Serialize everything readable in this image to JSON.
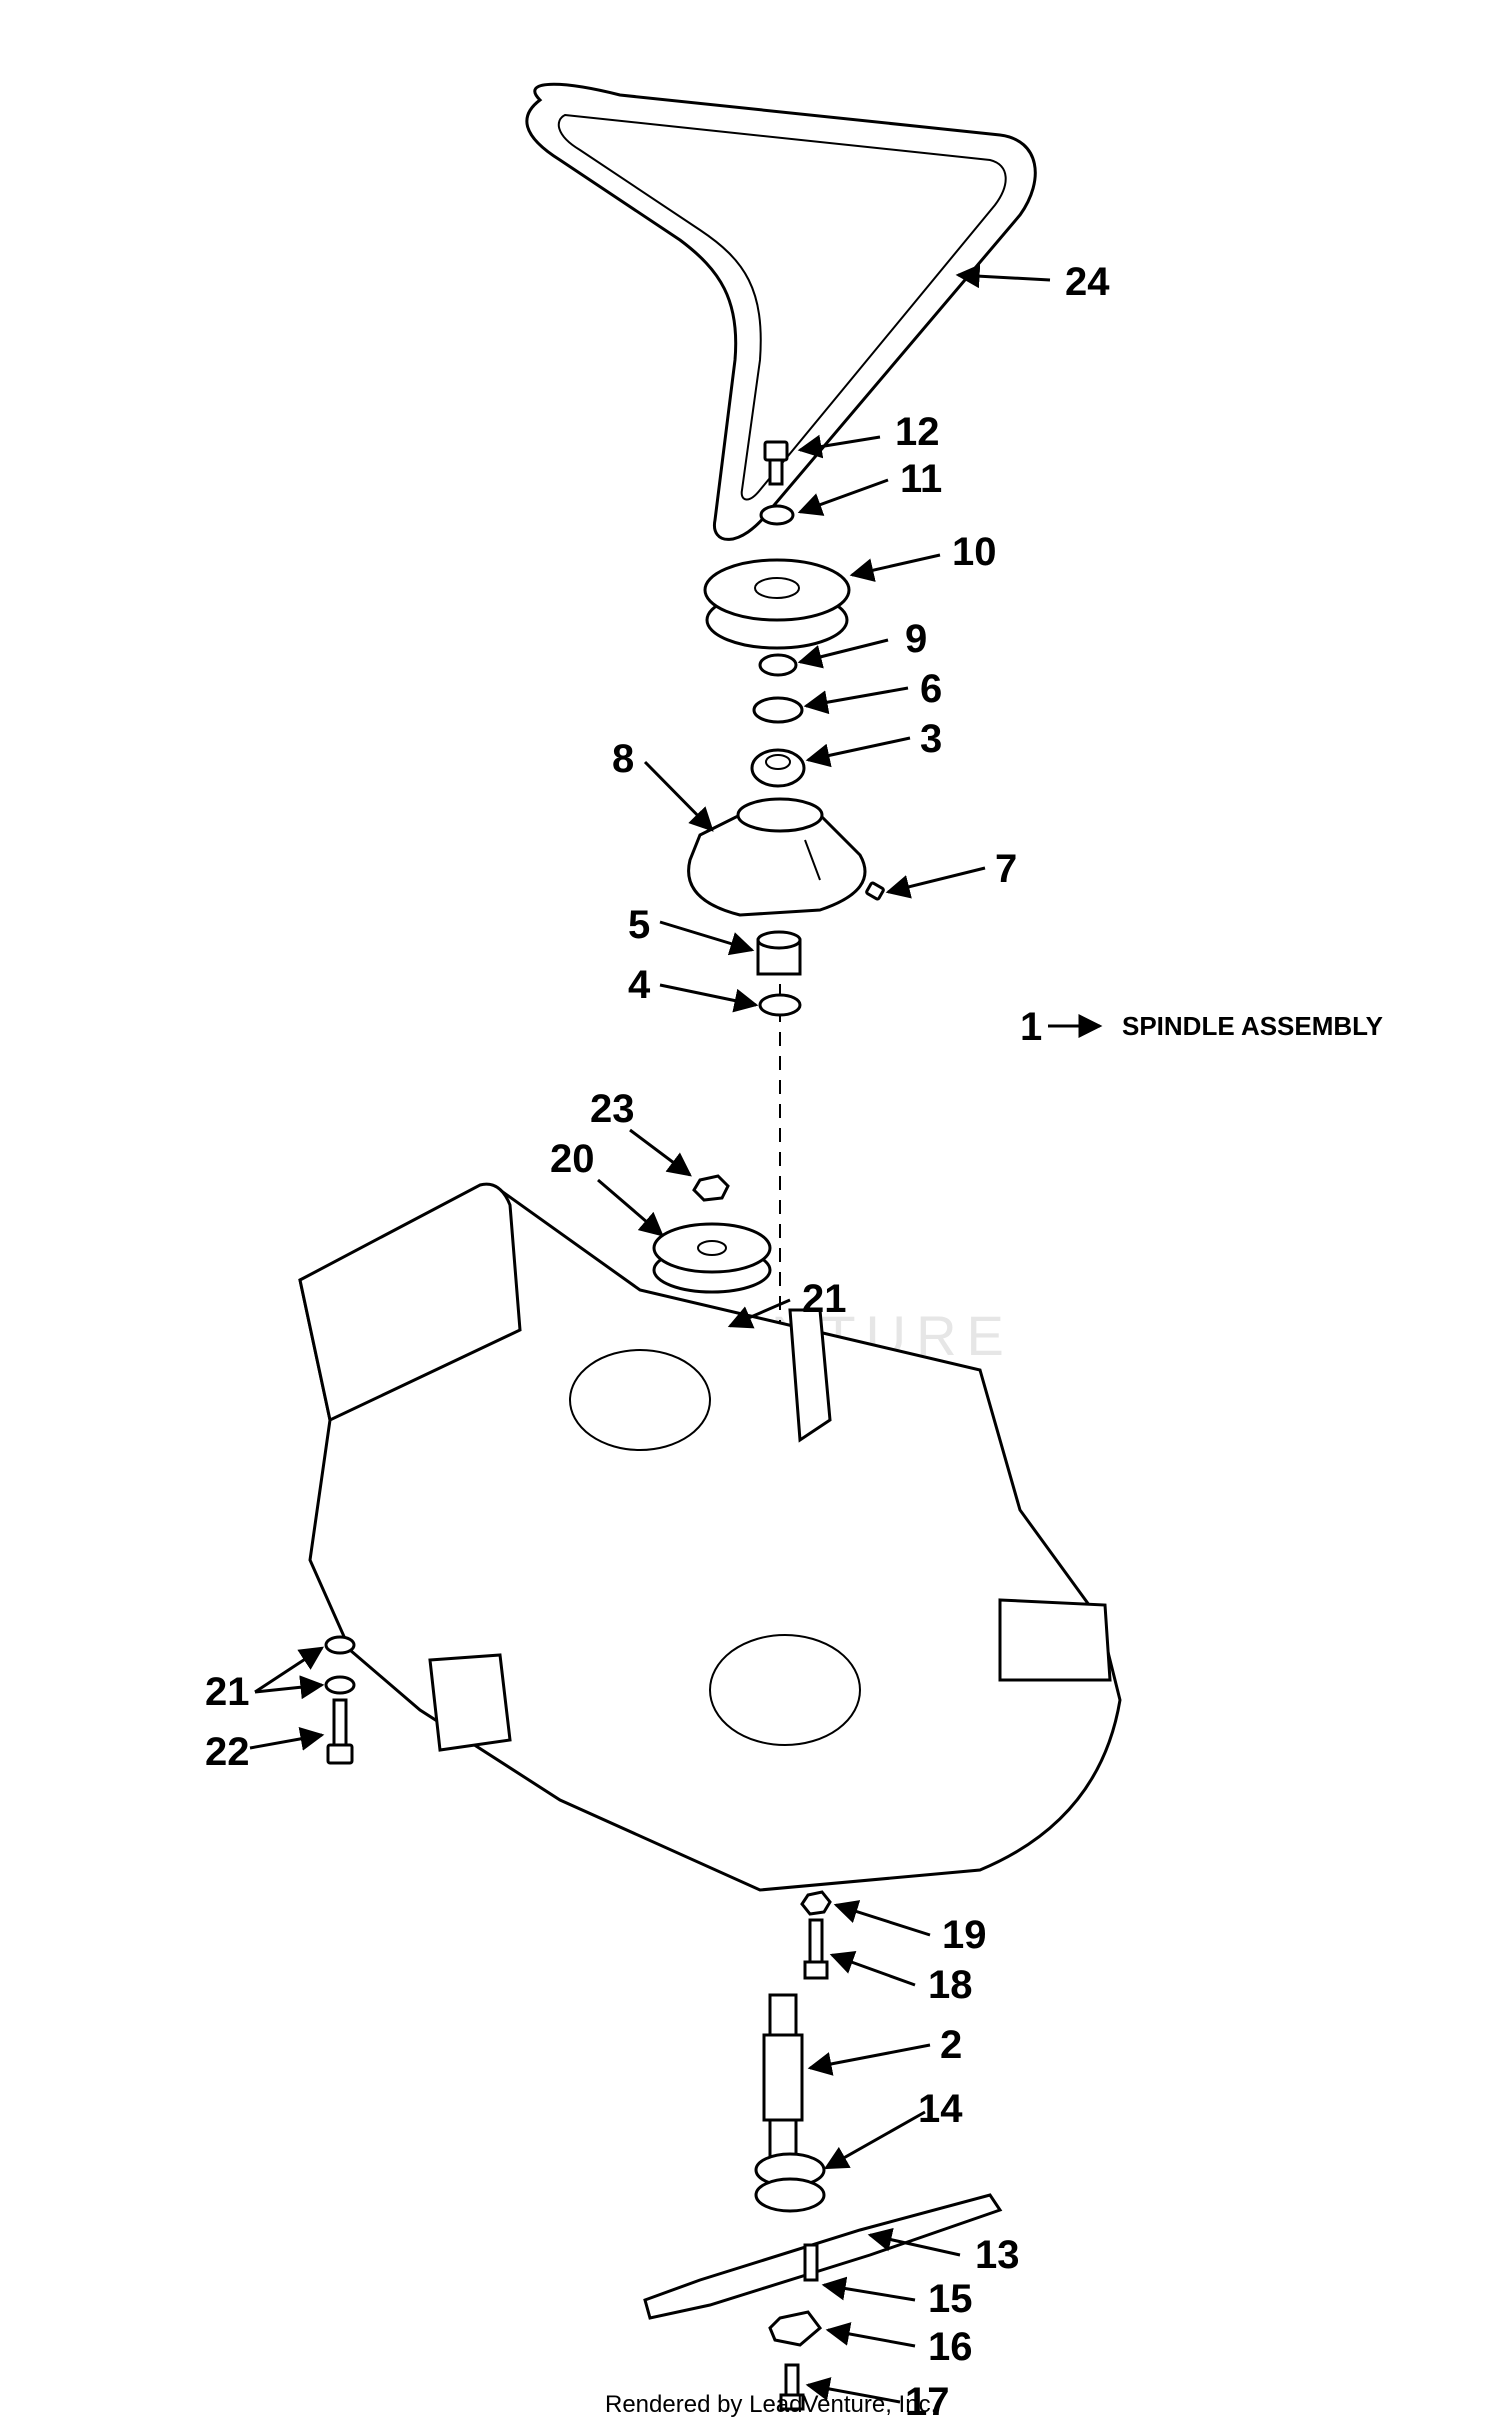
{
  "diagram": {
    "legend": {
      "number": "1",
      "text": "SPINDLE ASSEMBLY"
    },
    "watermark": "LEADVENTURE",
    "footer": "Rendered by LeadVenture, Inc.",
    "callouts": [
      "24",
      "12",
      "11",
      "10",
      "9",
      "6",
      "3",
      "8",
      "7",
      "5",
      "4",
      "23",
      "20",
      "21",
      "21",
      "22",
      "19",
      "18",
      "2",
      "14",
      "13",
      "15",
      "16",
      "17"
    ]
  },
  "colors": {
    "ink": "#000000",
    "paper": "#ffffff",
    "watermark": "#e6e6e6"
  }
}
